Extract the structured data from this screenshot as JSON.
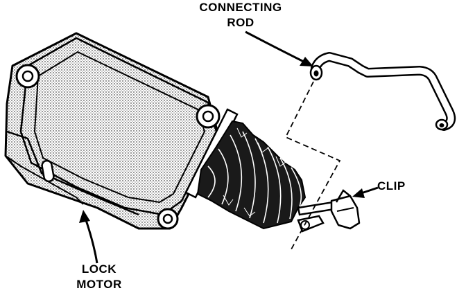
{
  "labels": {
    "connecting_rod_line1": "CONNECTING",
    "connecting_rod_line2": "ROD",
    "clip": "CLIP",
    "lock_motor_line1": "LOCK",
    "lock_motor_line2": "MOTOR"
  },
  "colors": {
    "ink": "#000000",
    "paper": "#ffffff",
    "housing_shade": "#cfcfcf"
  }
}
